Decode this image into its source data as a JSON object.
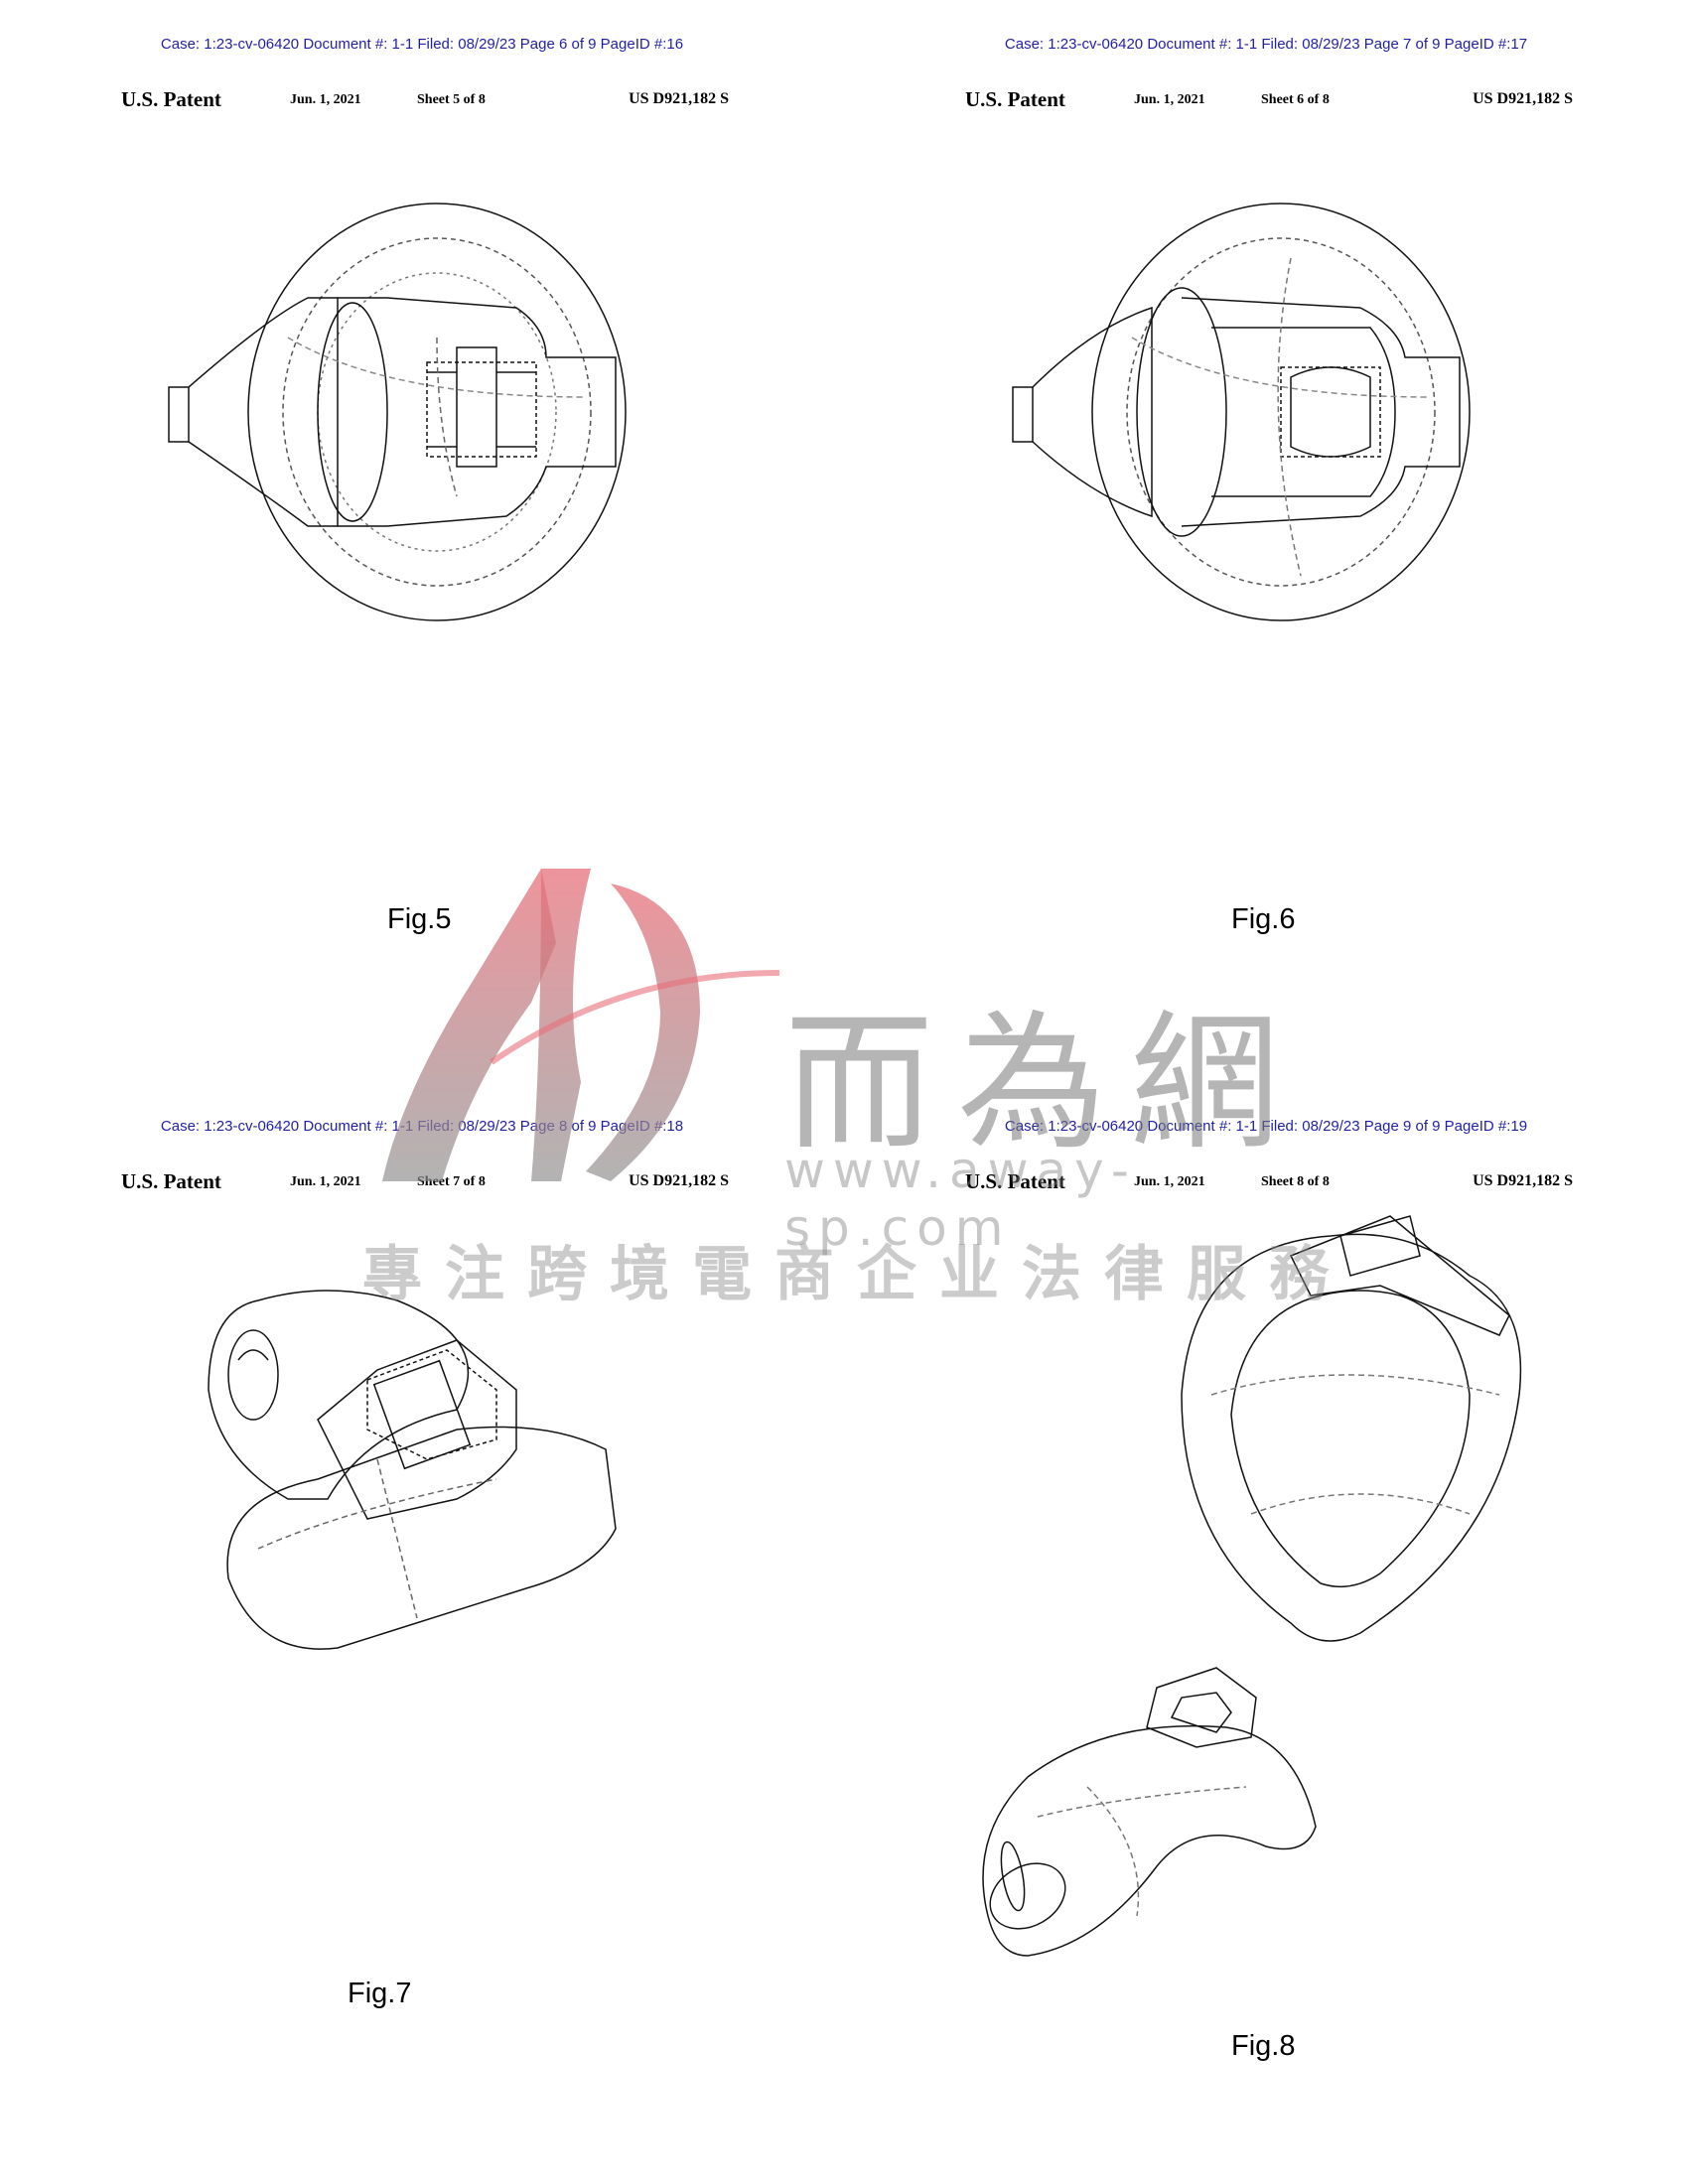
{
  "sheets": [
    {
      "case_line": "Case: 1:23-cv-06420 Document #: 1-1 Filed: 08/29/23 Page 6 of 9 PageID #:16",
      "header": {
        "patent": "U.S. Patent",
        "date": "Jun. 1, 2021",
        "sheet": "Sheet 5 of 8",
        "number": "US D921,182 S"
      },
      "figure_label": "Fig.5"
    },
    {
      "case_line": "Case: 1:23-cv-06420 Document #: 1-1 Filed: 08/29/23 Page 7 of 9 PageID #:17",
      "header": {
        "patent": "U.S. Patent",
        "date": "Jun. 1, 2021",
        "sheet": "Sheet 6 of 8",
        "number": "US D921,182 S"
      },
      "figure_label": "Fig.6"
    },
    {
      "case_line": "Case: 1:23-cv-06420 Document #: 1-1 Filed: 08/29/23 Page 8 of 9 PageID #:18",
      "header": {
        "patent": "U.S. Patent",
        "date": "Jun. 1, 2021",
        "sheet": "Sheet 7 of 8",
        "number": "US D921,182 S"
      },
      "figure_label": "Fig.7"
    },
    {
      "case_line": "Case: 1:23-cv-06420 Document #: 1-1 Filed: 08/29/23 Page 9 of 9 PageID #:19",
      "header": {
        "patent": "U.S. Patent",
        "date": "Jun. 1, 2021",
        "sheet": "Sheet 8 of 8",
        "number": "US D921,182 S"
      },
      "figure_label": "Fig.8"
    }
  ],
  "watermark": {
    "chinese_name": "而為網",
    "url": "www.away-sp.com",
    "slogan": "專注跨境電商企业法律服務",
    "colors": {
      "logo_red": "#e8707a",
      "logo_gray": "#8a8a8a"
    }
  },
  "colors": {
    "case_line": "#1f1fa8",
    "ink": "#000000"
  }
}
